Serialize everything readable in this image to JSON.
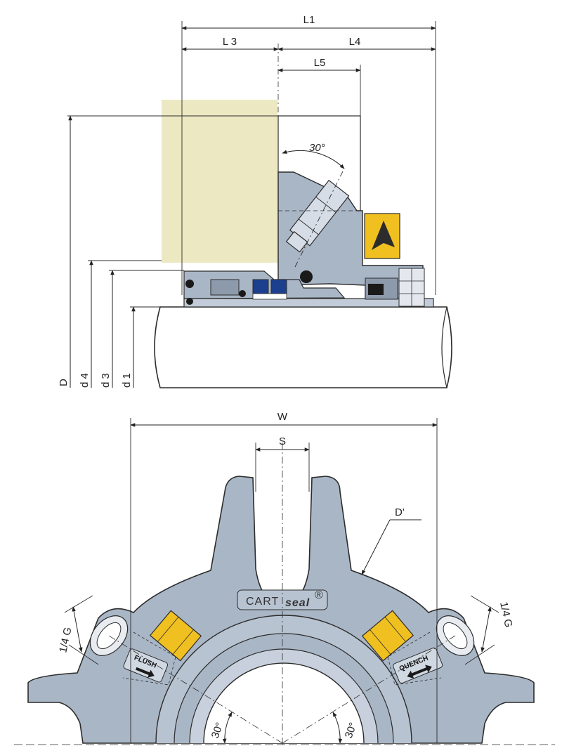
{
  "top_view": {
    "dims": {
      "L1": "L1",
      "L3": "L 3",
      "L4": "L4",
      "L5": "L5",
      "D": "D",
      "d4": "d 4",
      "d3": "d 3",
      "d1": "d 1"
    },
    "angle": "30°"
  },
  "bottom_view": {
    "dims": {
      "W": "W",
      "S": "S",
      "D_prime": "D'",
      "port_left": "1/4 G",
      "port_right": "1/4 G"
    },
    "logo_main": "CART",
    "logo_sub": "seal",
    "logo_mark": "®",
    "flush_label": "FLUSH",
    "quench_label": "QUENCH",
    "angle_left": "30°",
    "angle_right": "30°"
  },
  "colors": {
    "body": "#a9b6c6",
    "body_dark": "#8d9aac",
    "outline": "#2c2c2c",
    "gland_highlight": "#ece8c2",
    "yellow": "#f0c020",
    "blue": "#1c3f8e"
  }
}
